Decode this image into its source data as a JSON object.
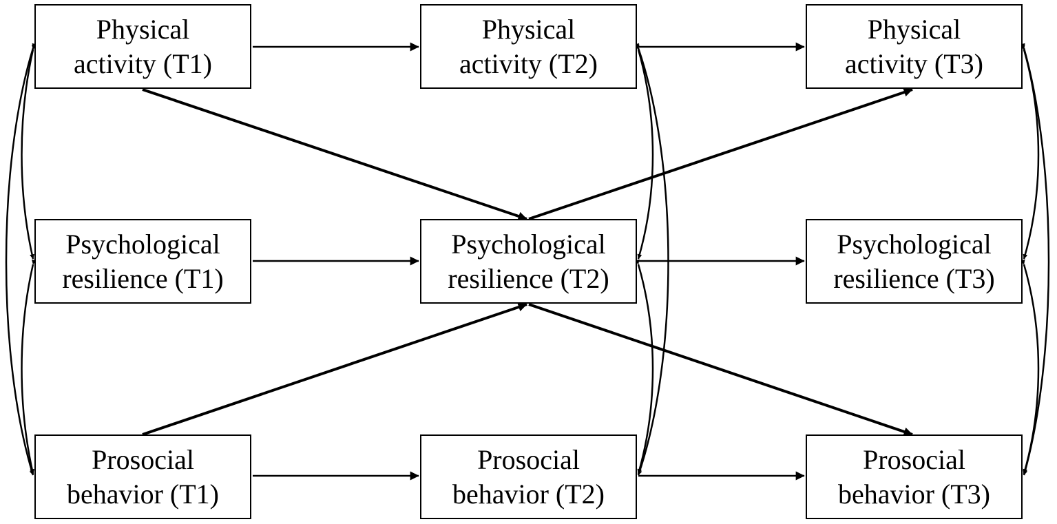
{
  "nodes": [
    {
      "id": "pa1",
      "line1": "Physical",
      "line2": "activity (T1)"
    },
    {
      "id": "pa2",
      "line1": "Physical",
      "line2": "activity (T2)"
    },
    {
      "id": "pa3",
      "line1": "Physical",
      "line2": "activity (T3)"
    },
    {
      "id": "pr1",
      "line1": "Psychological",
      "line2": "resilience (T1)"
    },
    {
      "id": "pr2",
      "line1": "Psychological",
      "line2": "resilience (T2)"
    },
    {
      "id": "pr3",
      "line1": "Psychological",
      "line2": "resilience (T3)"
    },
    {
      "id": "pb1",
      "line1": "Prosocial",
      "line2": "behavior (T1)"
    },
    {
      "id": "pb2",
      "line1": "Prosocial",
      "line2": "behavior (T2)"
    },
    {
      "id": "pb3",
      "line1": "Prosocial",
      "line2": "behavior (T3)"
    }
  ],
  "paths": [
    {
      "from": "pa1",
      "to": "pa2",
      "kind": "autoregressive"
    },
    {
      "from": "pa2",
      "to": "pa3",
      "kind": "autoregressive"
    },
    {
      "from": "pr1",
      "to": "pr2",
      "kind": "autoregressive"
    },
    {
      "from": "pr2",
      "to": "pr3",
      "kind": "autoregressive"
    },
    {
      "from": "pb1",
      "to": "pb2",
      "kind": "autoregressive"
    },
    {
      "from": "pb2",
      "to": "pb3",
      "kind": "autoregressive"
    },
    {
      "from": "pa1",
      "to": "pr2",
      "kind": "cross-lagged"
    },
    {
      "from": "pb1",
      "to": "pr2",
      "kind": "cross-lagged"
    },
    {
      "from": "pr2",
      "to": "pa3",
      "kind": "cross-lagged"
    },
    {
      "from": "pr2",
      "to": "pb3",
      "kind": "cross-lagged"
    }
  ],
  "covariances": [
    {
      "a": "pa1",
      "b": "pr1"
    },
    {
      "a": "pr1",
      "b": "pb1"
    },
    {
      "a": "pa1",
      "b": "pb1"
    },
    {
      "a": "pa2",
      "b": "pr2"
    },
    {
      "a": "pr2",
      "b": "pb2"
    },
    {
      "a": "pa2",
      "b": "pb2"
    },
    {
      "a": "pa3",
      "b": "pr3"
    },
    {
      "a": "pr3",
      "b": "pb3"
    },
    {
      "a": "pa3",
      "b": "pb3"
    }
  ]
}
